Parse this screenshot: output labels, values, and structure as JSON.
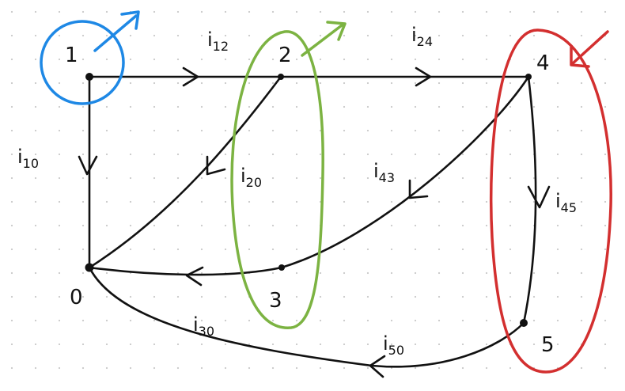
{
  "colors": {
    "ink": "#111111",
    "blue": "#1e88e5",
    "green": "#7cb342",
    "red": "#d32f2f",
    "grid_dot": "#c9c9c9"
  },
  "nodes": {
    "n0": "0",
    "n1": "1",
    "n2": "2",
    "n3": "3",
    "n4": "4",
    "n5": "5"
  },
  "edges": {
    "i12": {
      "base": "i",
      "sub": "12"
    },
    "i24": {
      "base": "i",
      "sub": "24"
    },
    "i10": {
      "base": "i",
      "sub": "10"
    },
    "i20": {
      "base": "i",
      "sub": "20"
    },
    "i43": {
      "base": "i",
      "sub": "43"
    },
    "i45": {
      "base": "i",
      "sub": "45"
    },
    "i30": {
      "base": "i",
      "sub": "30"
    },
    "i50": {
      "base": "i",
      "sub": "50"
    }
  }
}
